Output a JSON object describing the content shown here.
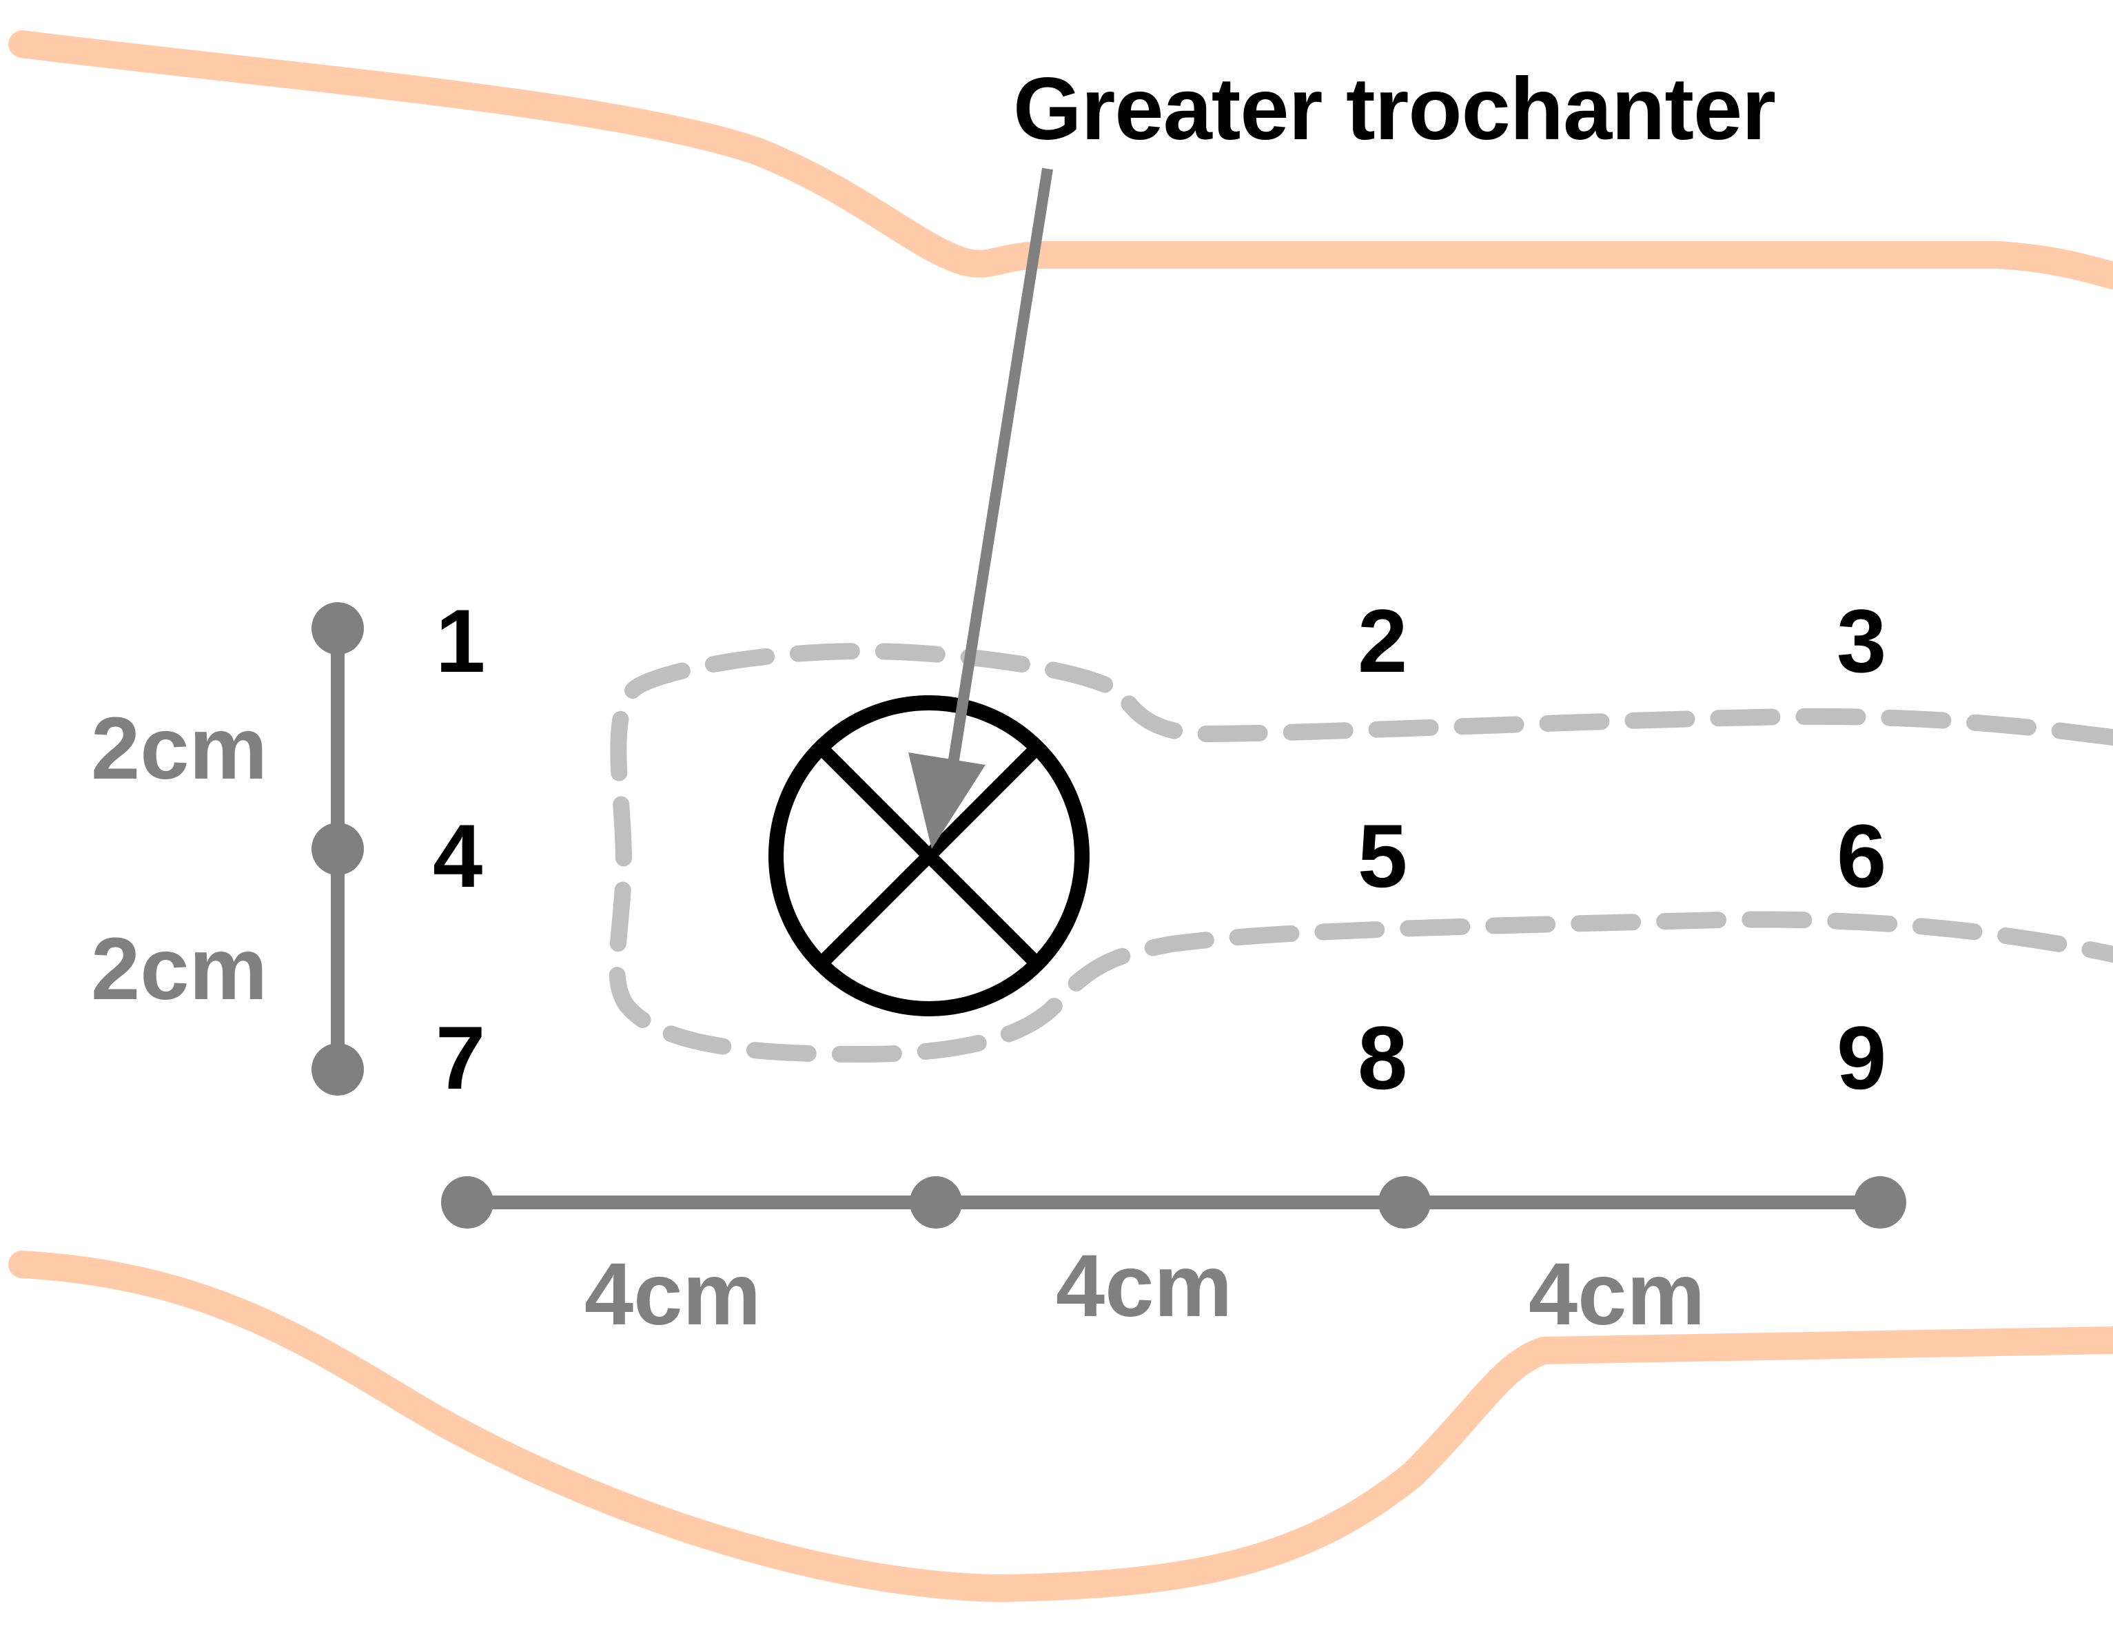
{
  "annotation": {
    "label": "Greater trochanter"
  },
  "points": [
    "1",
    "2",
    "3",
    "4",
    "5",
    "6",
    "7",
    "8",
    "9"
  ],
  "vertical_scale": [
    "2cm",
    "2cm"
  ],
  "horizontal_scale": [
    "4cm",
    "4cm",
    "4cm"
  ],
  "colors": {
    "body_outline": "#FFCBA8",
    "femur_outline": "#BFBFBF",
    "scale": "#808080",
    "arrow": "#808080",
    "marker": "#000000",
    "text": "#000000"
  },
  "icons": {
    "landmark_marker": "circled-x-icon"
  }
}
